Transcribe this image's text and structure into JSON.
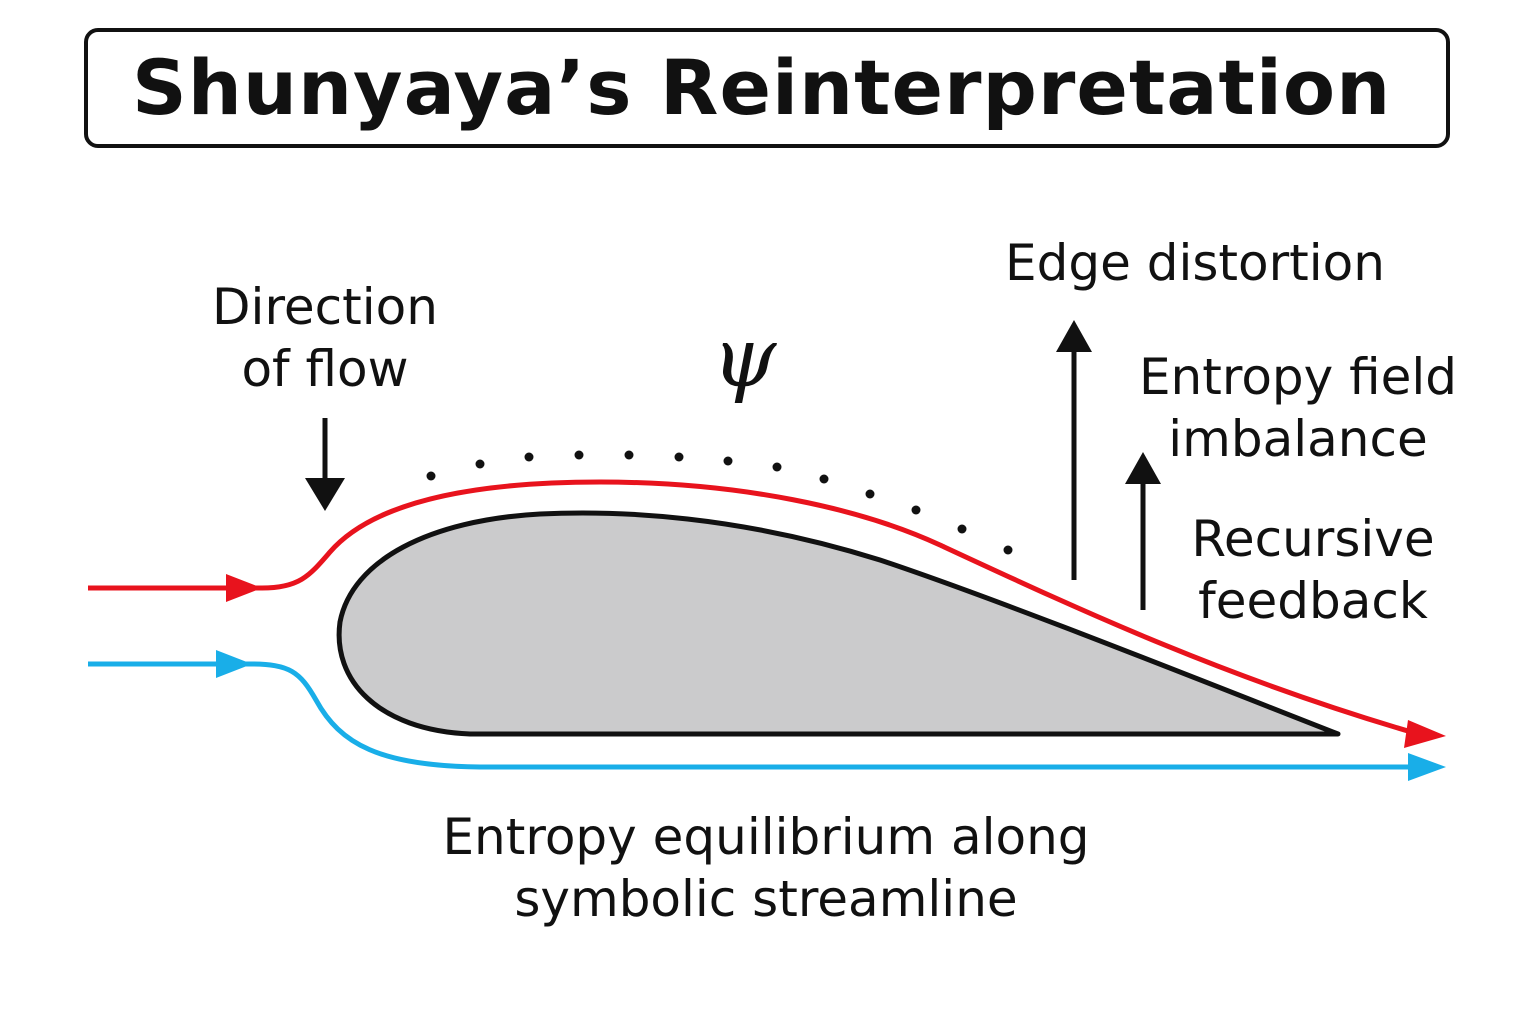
{
  "title": "Shunyaya’s Reinterpretation",
  "labels": {
    "direction": [
      "Direction",
      "of flow"
    ],
    "psi": "ψ",
    "edge_distortion": "Edge distortion",
    "entropy_field": [
      "Entropy field",
      "imbalance"
    ],
    "recursive": [
      "Recursive",
      "feedback"
    ],
    "bottom": [
      "Entropy equilibrium along",
      "symbolic streamline"
    ]
  },
  "colors": {
    "upper_streamline": "#e8131d",
    "lower_streamline": "#19aee8",
    "airfoil_fill": "#cbcbcc",
    "outline": "#111111"
  }
}
